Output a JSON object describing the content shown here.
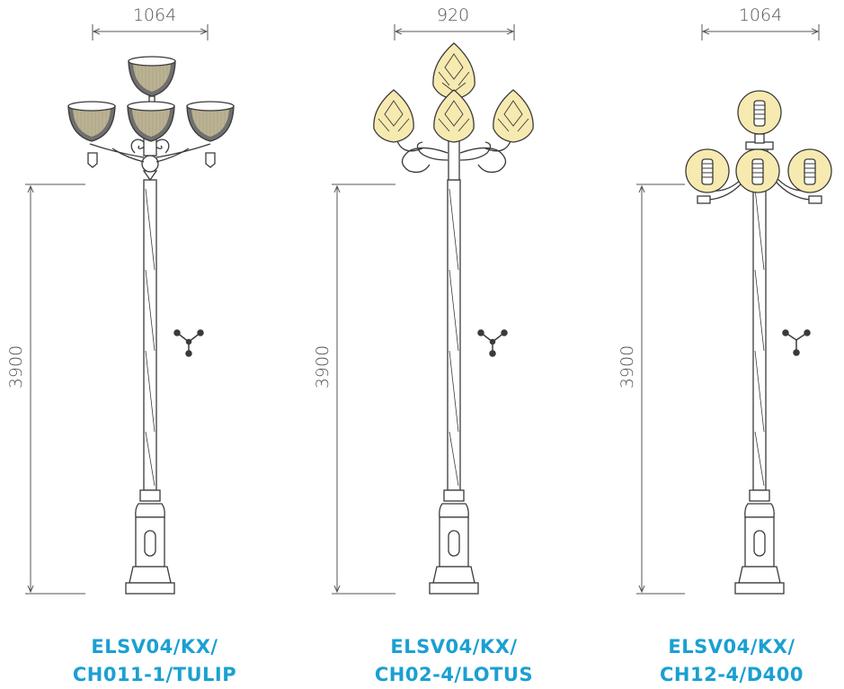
{
  "colors": {
    "caption": "#1aa0d2",
    "line": "#3a3a3a",
    "dimension": "#555555",
    "glass_yellow": "#f7eab0",
    "glass_grey": "#6f6f6f"
  },
  "poles": [
    {
      "width_label": "1064",
      "height_label": "3900",
      "model_line1": "ELSV04/KX/",
      "model_line2": "CH011-1/TULIP",
      "lamp_style": "tulip"
    },
    {
      "width_label": "920",
      "height_label": "3900",
      "model_line1": "ELSV04/KX/",
      "model_line2": "CH02-4/LOTUS",
      "lamp_style": "lotus"
    },
    {
      "width_label": "1064",
      "height_label": "3900",
      "model_line1": "ELSV04/KX/",
      "model_line2": "CH12-4/D400",
      "lamp_style": "globe-d400"
    }
  ],
  "icons": [
    "arm-layout-icon",
    "arm-layout-icon",
    "arm-layout-icon"
  ]
}
